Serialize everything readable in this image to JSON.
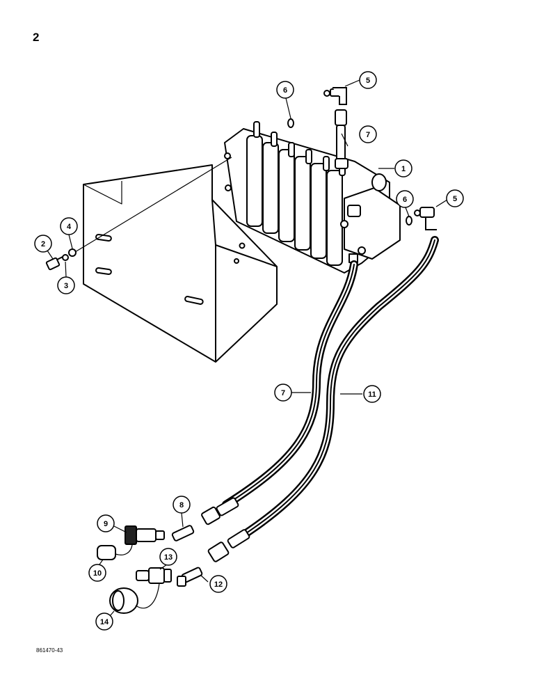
{
  "page_number": "2",
  "figure_code": "861470-43",
  "callouts": [
    {
      "id": "c1",
      "label": "1"
    },
    {
      "id": "c2",
      "label": "2"
    },
    {
      "id": "c3",
      "label": "3"
    },
    {
      "id": "c4",
      "label": "4"
    },
    {
      "id": "c5a",
      "label": "5"
    },
    {
      "id": "c5b",
      "label": "5"
    },
    {
      "id": "c6a",
      "label": "6"
    },
    {
      "id": "c6b",
      "label": "6"
    },
    {
      "id": "c7a",
      "label": "7"
    },
    {
      "id": "c7b",
      "label": "7"
    },
    {
      "id": "c8",
      "label": "8"
    },
    {
      "id": "c9",
      "label": "9"
    },
    {
      "id": "c10",
      "label": "10"
    },
    {
      "id": "c11",
      "label": "11"
    },
    {
      "id": "c12",
      "label": "12"
    },
    {
      "id": "c13",
      "label": "13"
    },
    {
      "id": "c14",
      "label": "14"
    }
  ]
}
